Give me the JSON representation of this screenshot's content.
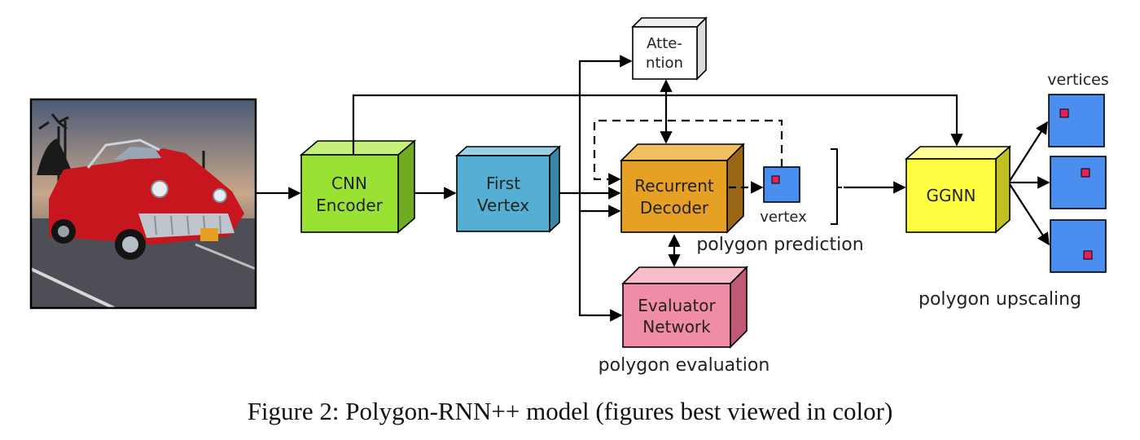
{
  "nodes": {
    "attention": {
      "line1": "Atte-",
      "line2": "ntion"
    },
    "cnn_encoder": {
      "line1": "CNN",
      "line2": "Encoder",
      "color": "#99e234"
    },
    "first_vertex": {
      "line1": "First",
      "line2": "Vertex",
      "color": "#55afd2"
    },
    "recurrent_decoder": {
      "line1": "Recurrent",
      "line2": "Decoder",
      "color": "#e6a024"
    },
    "evaluator_network": {
      "line1": "Evaluator",
      "line2": "Network",
      "color": "#f08ca4"
    },
    "ggnn": {
      "line1": "GGNN",
      "color": "#ffff42"
    }
  },
  "labels": {
    "vertex": "vertex",
    "vertices": "vertices",
    "polygon_prediction": "polygon prediction",
    "polygon_evaluation": "polygon evaluation",
    "polygon_upscaling": "polygon upscaling"
  },
  "caption": "Figure 2: Polygon-RNN++ model (figures best viewed in color)",
  "colors": {
    "vertex_box": "#4a8ff0",
    "vertex_marker": "#e0245a",
    "car_body": "#c8161e"
  }
}
